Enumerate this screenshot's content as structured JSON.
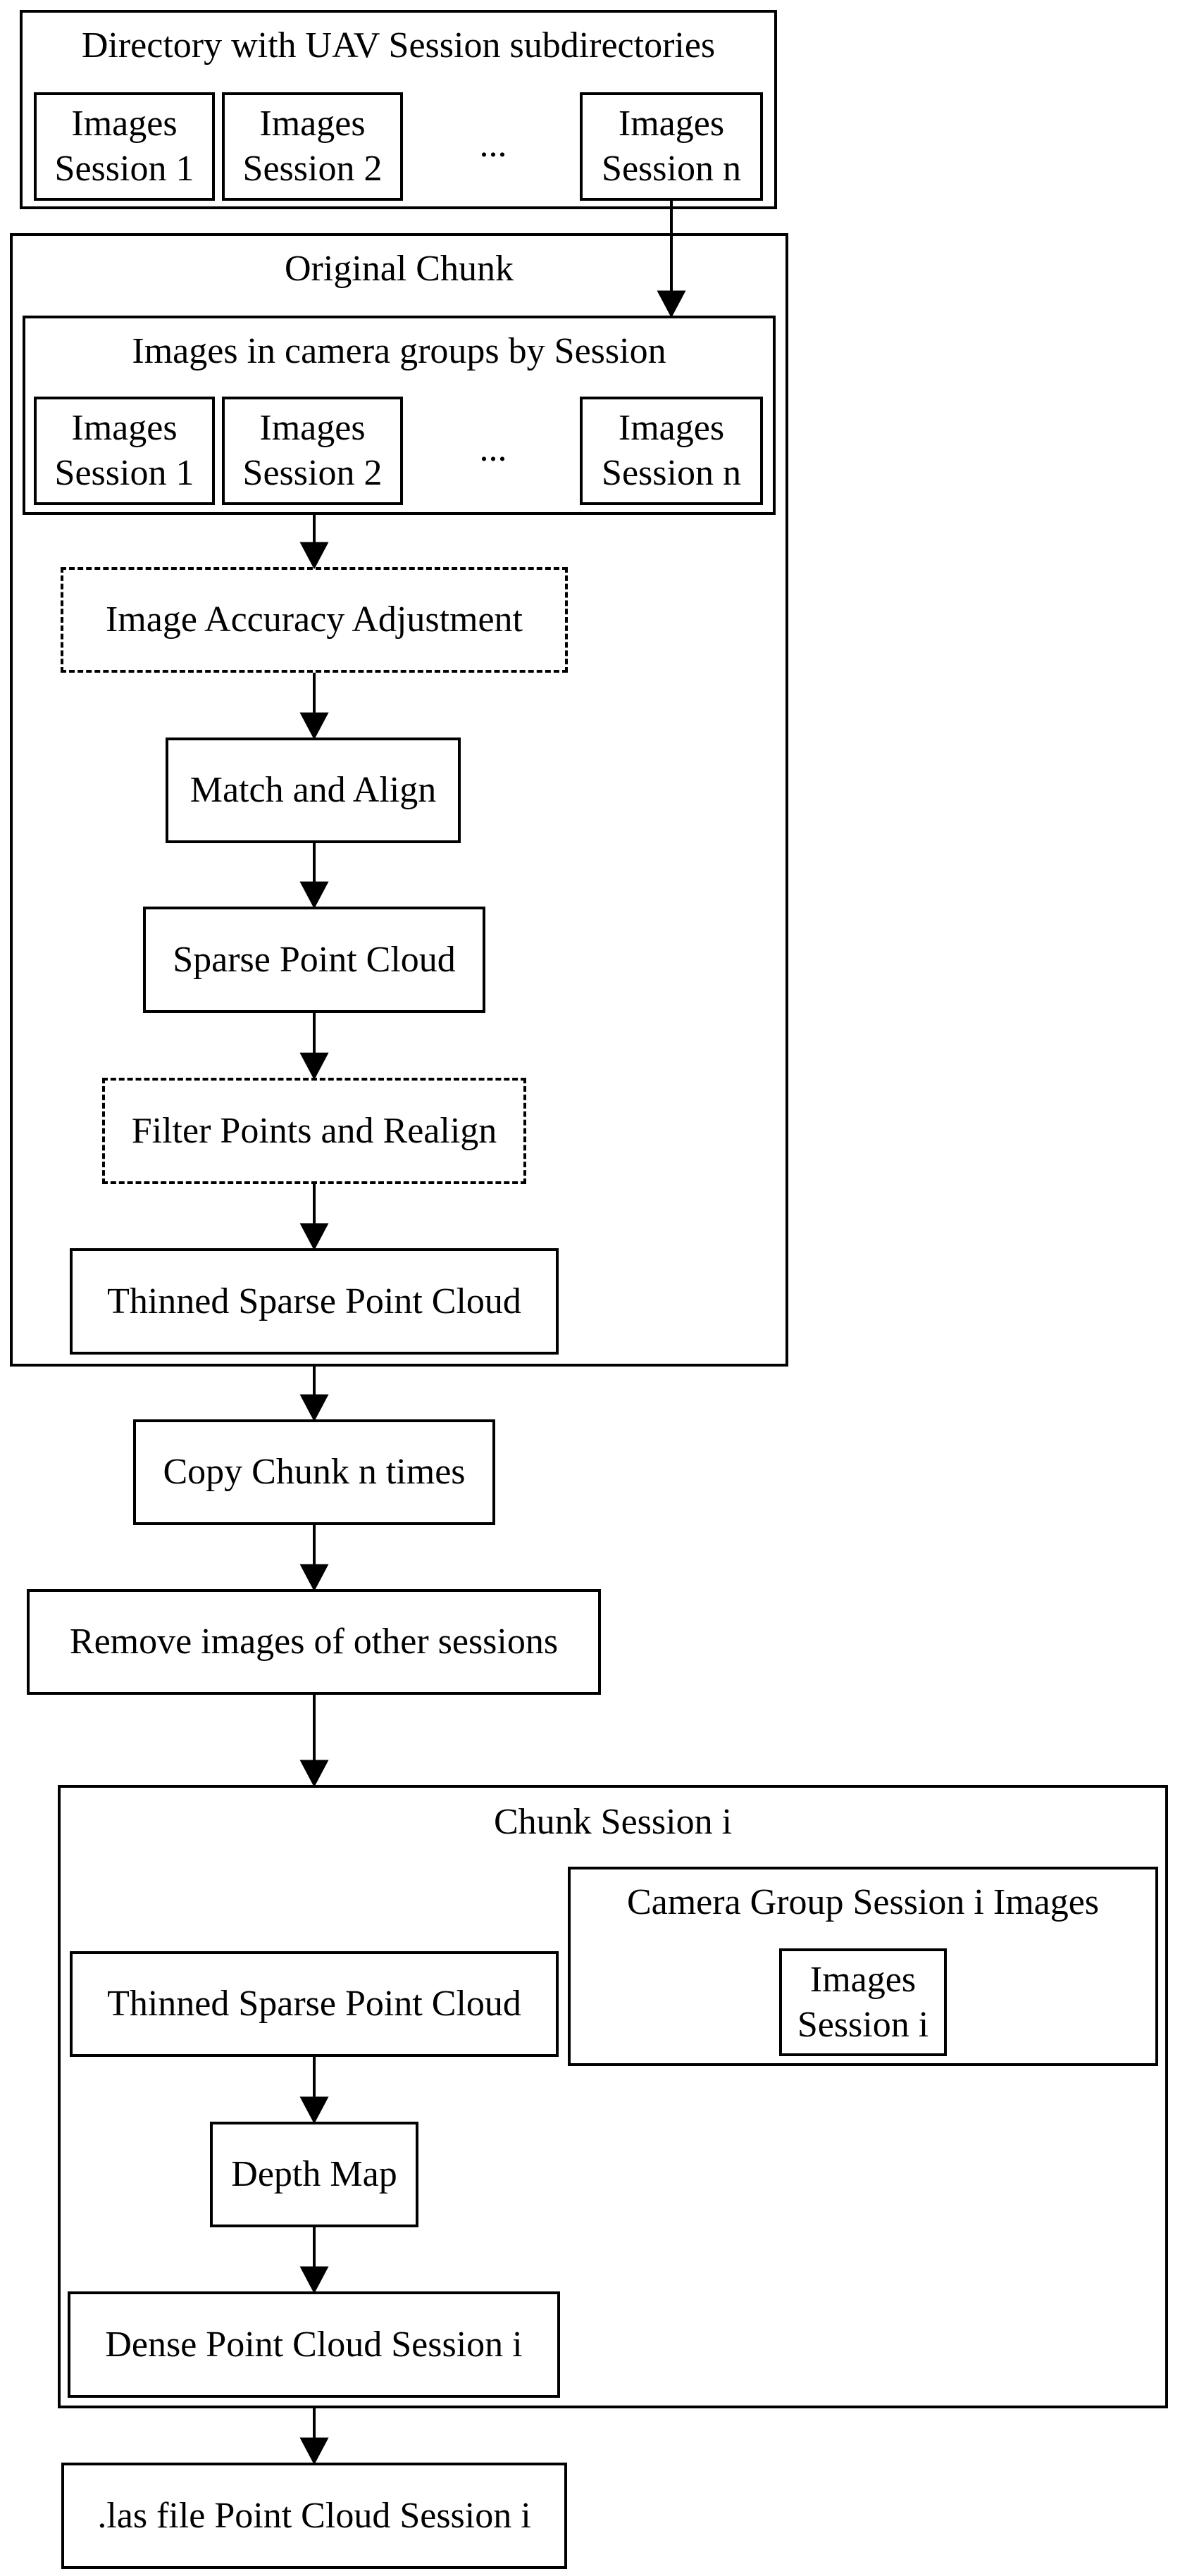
{
  "directory": {
    "title": "Directory with UAV Session subdirectories",
    "items": [
      {
        "line1": "Images",
        "line2": "Session 1"
      },
      {
        "line1": "Images",
        "line2": "Session 2"
      },
      {
        "line1": "Images",
        "line2": "Session n"
      }
    ],
    "ellipsis": "..."
  },
  "original_chunk": {
    "title": "Original Chunk",
    "camera_groups": {
      "title": "Images in camera groups by Session",
      "items": [
        {
          "line1": "Images",
          "line2": "Session 1"
        },
        {
          "line1": "Images",
          "line2": "Session 2"
        },
        {
          "line1": "Images",
          "line2": "Session n"
        }
      ],
      "ellipsis": "..."
    },
    "steps": {
      "accuracy": "Image Accuracy Adjustment",
      "match": "Match and Align",
      "sparse": "Sparse Point Cloud",
      "filter": "Filter Points and Realign",
      "thinned": "Thinned Sparse Point Cloud"
    }
  },
  "copy_chunk": "Copy Chunk n times",
  "remove_images": "Remove images of other sessions",
  "chunk_session": {
    "title": "Chunk Session i",
    "camera_group": {
      "title": "Camera Group Session i Images",
      "item": {
        "line1": "Images",
        "line2": "Session i"
      }
    },
    "thinned": "Thinned Sparse Point Cloud",
    "depth": "Depth Map",
    "dense": "Dense Point Cloud Session i"
  },
  "las_file": ".las file Point Cloud Session i"
}
